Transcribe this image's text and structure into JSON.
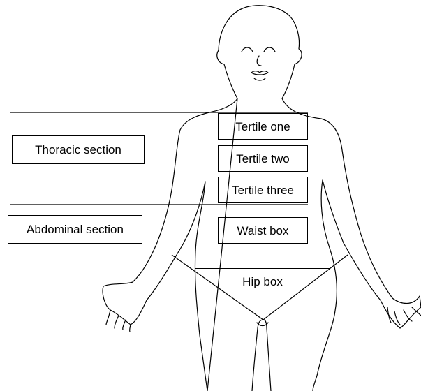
{
  "labels": {
    "tertile_one": "Tertile one",
    "tertile_two": "Tertile two",
    "tertile_three": "Tertile three",
    "waist_box": "Waist box",
    "hip_box": "Hip box",
    "thoracic_section": "Thoracic section",
    "abdominal_section": "Abdominal section"
  },
  "colors": {
    "line": "#000000",
    "background": "#ffffff"
  }
}
